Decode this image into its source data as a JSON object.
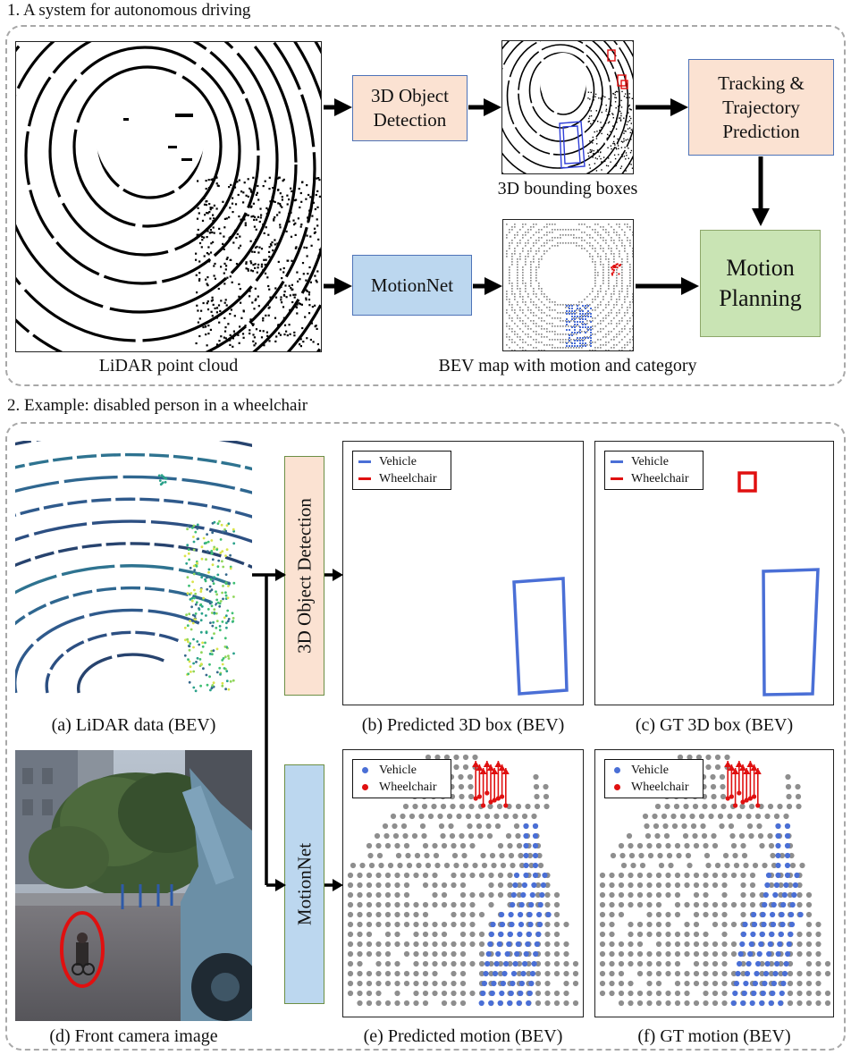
{
  "section1": {
    "title": "1. A system for autonomous driving",
    "lidar_caption": "LiDAR point cloud",
    "det_label_l1": "3D Object",
    "det_label_l2": "Detection",
    "bbox_caption": "3D bounding boxes",
    "track_l1": "Tracking &",
    "track_l2": "Trajectory",
    "track_l3": "Prediction",
    "motionnet_label": "MotionNet",
    "bev_caption": "BEV map with motion and category",
    "planning_l1": "Motion",
    "planning_l2": "Planning"
  },
  "section2": {
    "title": "2. Example: disabled person in a wheelchair",
    "vert_det_label": "3D Object Detection",
    "vert_mn_label": "MotionNet",
    "caption_a": "(a) LiDAR data (BEV)",
    "caption_b": "(b) Predicted 3D box (BEV)",
    "caption_c": "(c) GT 3D box (BEV)",
    "caption_d": "(d) Front camera image",
    "caption_e": "(e) Predicted motion (BEV)",
    "caption_f": "(f) GT motion (BEV)",
    "legend": {
      "vehicle": "Vehicle",
      "wheelchair": "Wheelchair"
    }
  },
  "colors": {
    "vehicle": "#4a6fd6",
    "wheelchair": "#e01010",
    "background_point": "#8e8e8e",
    "detection_box_fill": "#fbe2d2",
    "motionnet_box_fill": "#bcd7ef",
    "planning_box_fill": "#c9e4b4"
  }
}
